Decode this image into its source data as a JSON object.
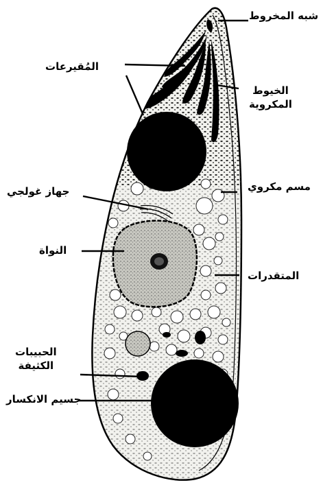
{
  "labels": {
    "conoid": "شبه المخروط",
    "rhoptries": "المُقيرعات",
    "micronemes_line1": "الخيوط",
    "micronemes_line2": "المكروية",
    "micropore": "مسم مكروي",
    "golgi": "جهاز غولجي",
    "nucleus": "النواة",
    "amylopectin": "المتقدرات",
    "dense_granules_line1": "الحبيبات",
    "dense_granules_line2": "الكثيفة",
    "refractile_body": "جسيم الانكسار"
  },
  "colors": {
    "ink": "#000000",
    "cytoplasm": "#f2f2ee",
    "nucleus_fill": "#bdbdb6",
    "background": "#ffffff"
  }
}
